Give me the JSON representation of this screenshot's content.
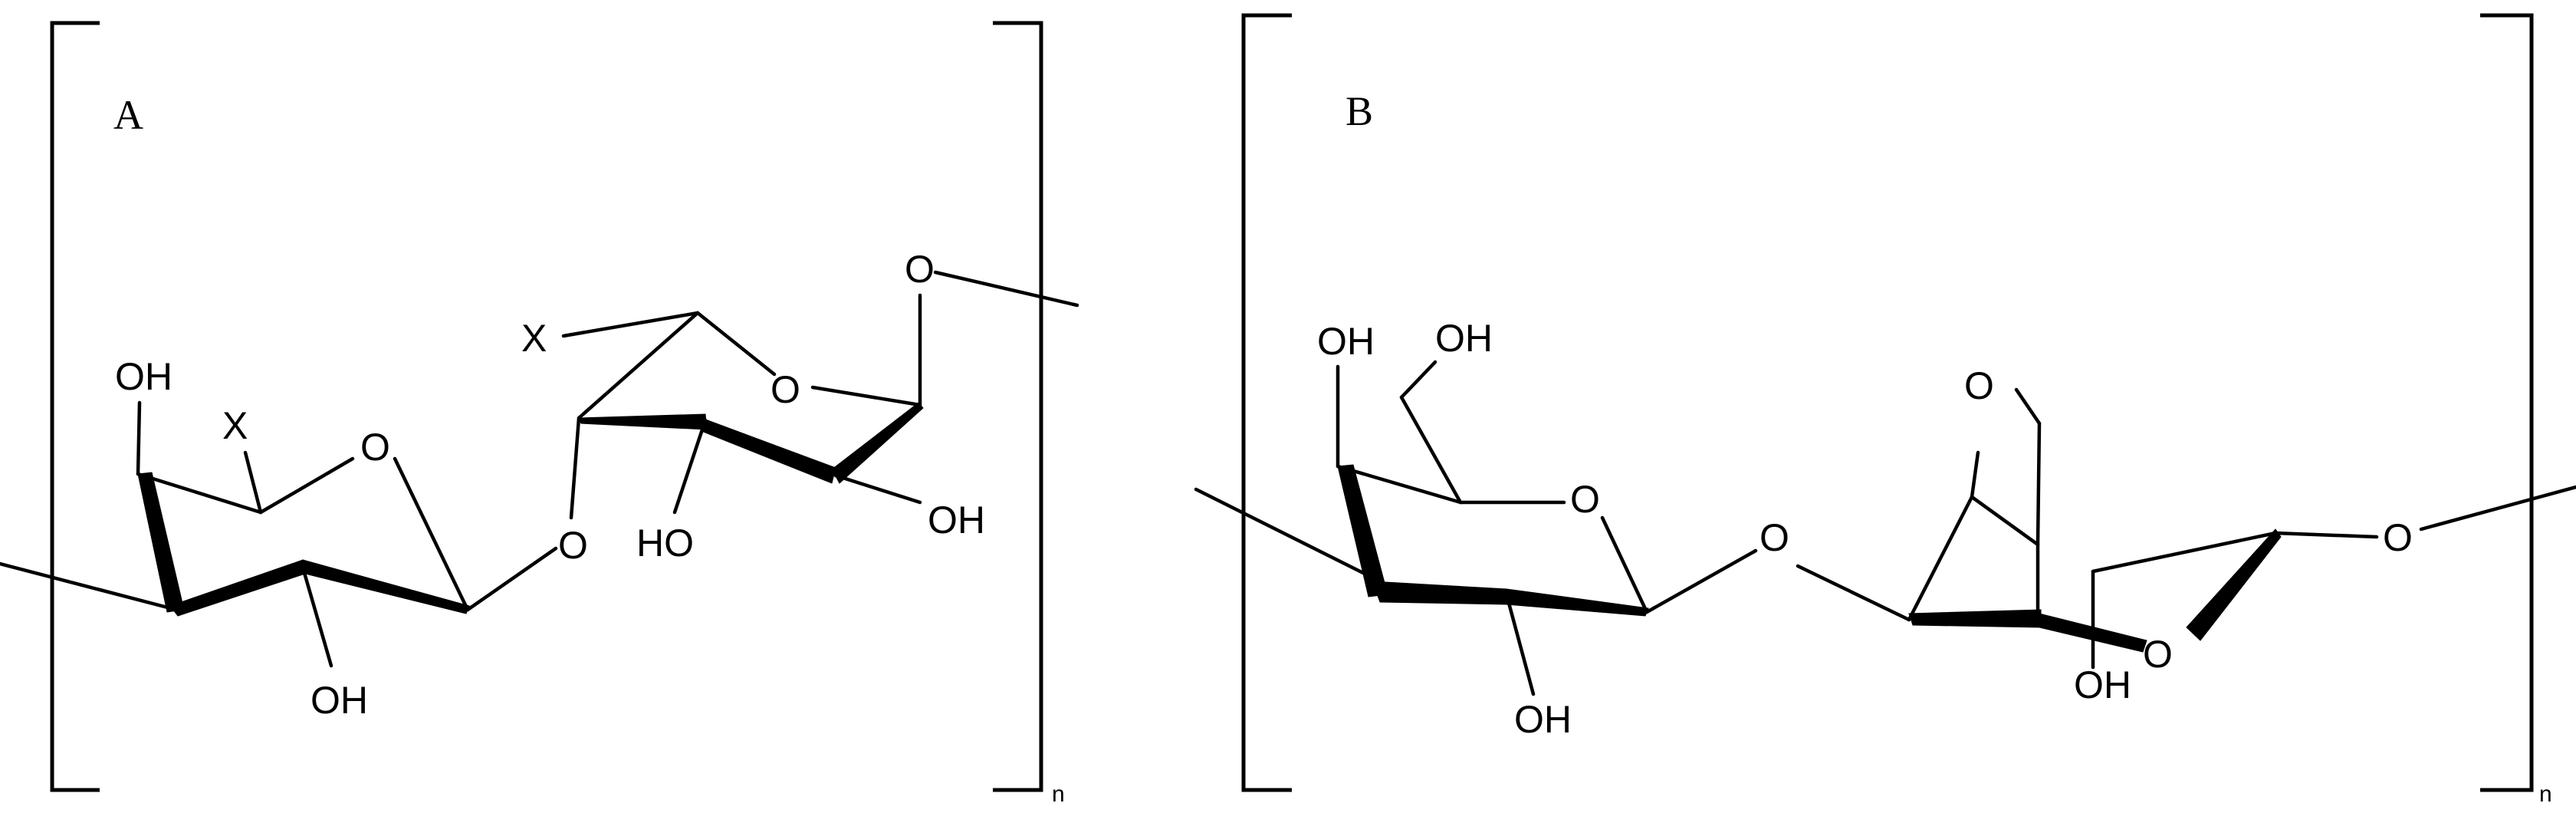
{
  "panel_a": {
    "label": "A",
    "atoms": {
      "oh_c4": "OH",
      "x_c6": "X",
      "ring_o_left": "O",
      "oh_c2": "OH",
      "glyco_o": "O",
      "x_right": "X",
      "ring_o_right": "O",
      "ho_c3_right": "HO",
      "oh_c2_right": "OH",
      "o_end": "O"
    },
    "repeat_subscript": "n"
  },
  "panel_b": {
    "label": "B",
    "atoms": {
      "oh_c4": "OH",
      "oh_c6": "OH",
      "ring_o_gal": "O",
      "oh_c2": "OH",
      "glyco_o": "O",
      "bridge_o": "O",
      "oh_anhydro": "OH",
      "ring_o_anhydro": "O",
      "o_end": "O"
    },
    "repeat_subscript": "n"
  }
}
